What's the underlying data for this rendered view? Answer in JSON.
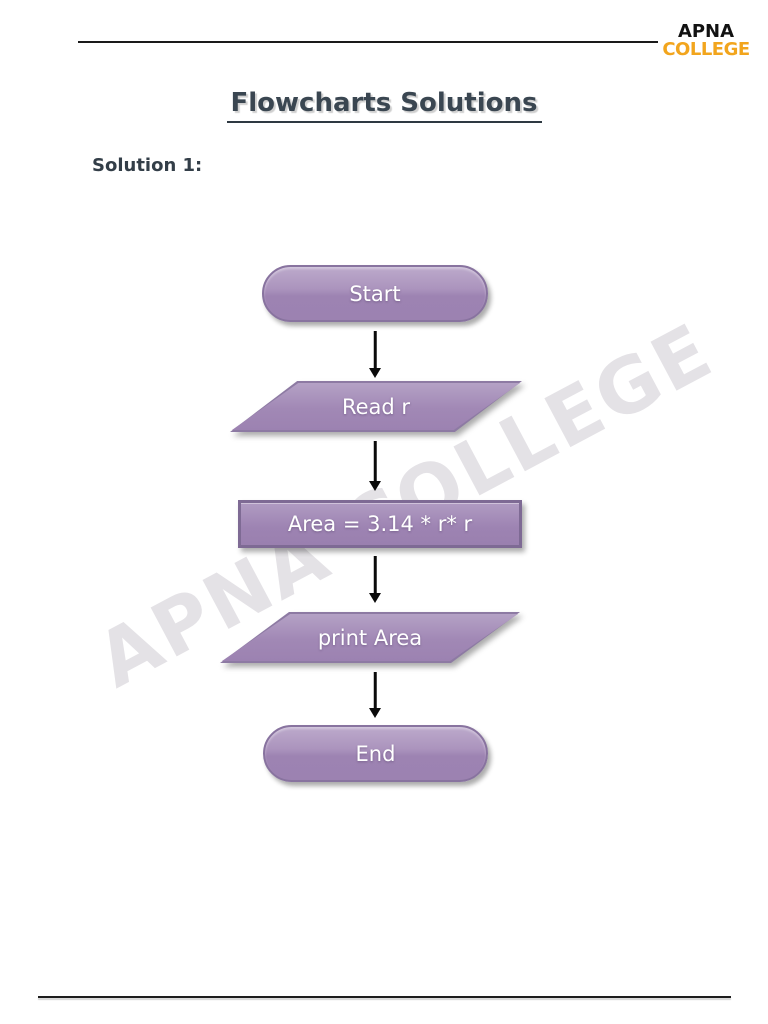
{
  "page": {
    "title": "Flowcharts Solutions",
    "section_label": "Solution 1:",
    "watermark": "APNA COLLEGE"
  },
  "logo": {
    "line1": "APNA",
    "line2": "COLLEGE"
  },
  "flowchart": {
    "nodes": [
      {
        "id": "start",
        "type": "terminator",
        "label": "Start"
      },
      {
        "id": "read-r",
        "type": "io",
        "label": "Read r"
      },
      {
        "id": "process",
        "type": "process",
        "label": "Area = 3.14 * r* r"
      },
      {
        "id": "print",
        "type": "io",
        "label": "print Area"
      },
      {
        "id": "end",
        "type": "terminator",
        "label": "End"
      }
    ],
    "connections": [
      {
        "from": "start",
        "to": "read-r"
      },
      {
        "from": "read-r",
        "to": "process"
      },
      {
        "from": "process",
        "to": "print"
      },
      {
        "from": "print",
        "to": "end"
      }
    ]
  },
  "colors": {
    "shape_fill": "#9c82b1",
    "shape_border": "#7e6a94",
    "logo_accent": "#F2A51D",
    "heading_text": "#3a4651",
    "watermark": "#e4e2e6",
    "arrow": "#0a0a0a"
  }
}
